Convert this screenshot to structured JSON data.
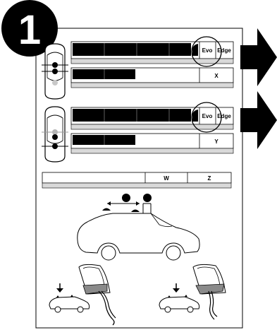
{
  "step": {
    "number": "1"
  },
  "front_fitting": {
    "labels": [
      "Evo",
      "Edge"
    ],
    "value_label": "X"
  },
  "rear_fitting": {
    "labels": [
      "Evo",
      "Edge"
    ],
    "value_label": "Y"
  },
  "measurement_table": {
    "columns": [
      "W",
      "Z"
    ]
  },
  "colors": {
    "ink": "#000000",
    "shade": "#d9d9d9",
    "mid_grey": "#9a9a9a",
    "arrow": "#000000"
  }
}
